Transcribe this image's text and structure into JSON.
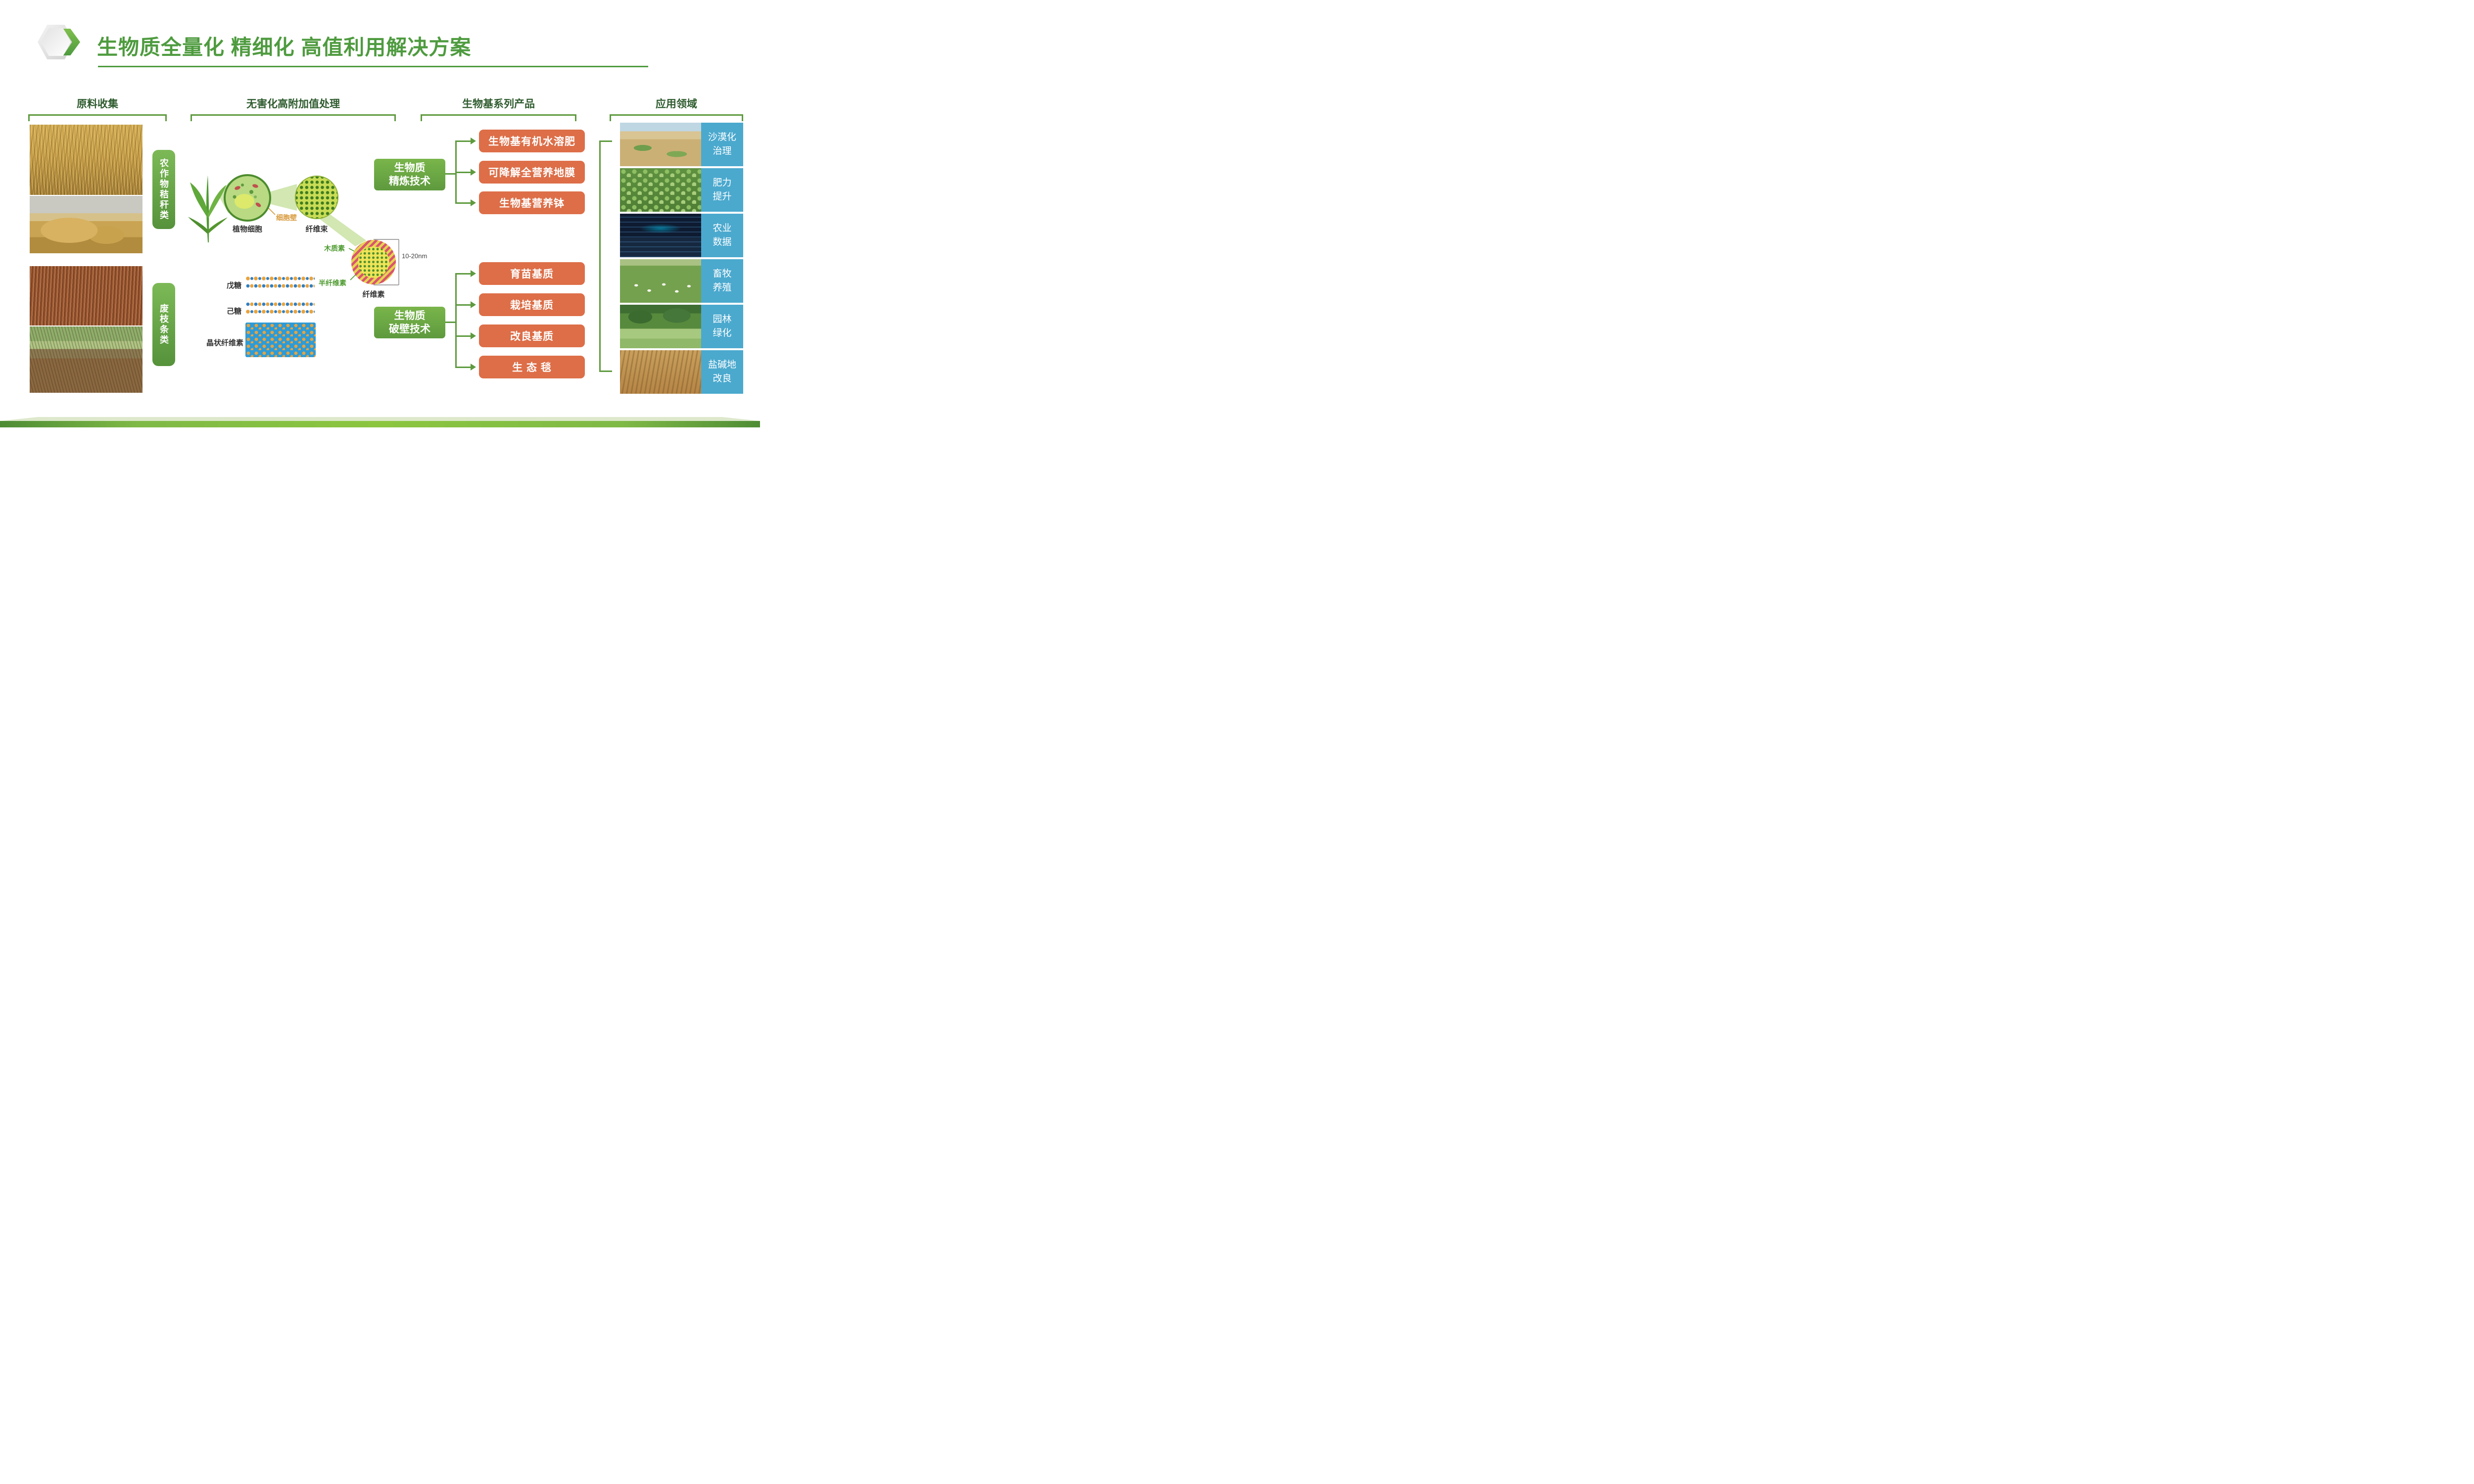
{
  "page": {
    "title": "生物质全量化 精细化 高值利用解决方案"
  },
  "collection": {
    "header": "原料收集",
    "group1_label": "农作物秸秆类",
    "group2_label": "废枝条类"
  },
  "processing": {
    "header": "无害化高附加值处理",
    "labels": {
      "plant_cell": "植物细胞",
      "cell_wall": "细胞壁",
      "fiber_bundle": "纤维束",
      "lignin": "木质素",
      "hemicellulose": "半纤维素",
      "cellulose": "纤维素",
      "diameter": "10-20nm",
      "pentose": "戊糖",
      "hexose": "己糖",
      "crystalline": "晶状纤维素"
    },
    "refine_tech": "生物质\n精炼技术",
    "break_tech": "生物质\n破壁技术"
  },
  "products": {
    "header": "生物基系列产品",
    "refining": [
      "生物基有机水溶肥",
      "可降解全营养地膜",
      "生物基营养钵"
    ],
    "breaking": [
      "育苗基质",
      "栽培基质",
      "改良基质",
      "生 态 毯"
    ]
  },
  "applications": {
    "header": "应用领域",
    "items": [
      {
        "label": "沙漠化\n治理"
      },
      {
        "label": "肥力\n提升"
      },
      {
        "label": "农业\n数据"
      },
      {
        "label": "畜牧\n养殖"
      },
      {
        "label": "园林\n绿化"
      },
      {
        "label": "盐碱地\n改良"
      }
    ]
  },
  "colors": {
    "accent_green": "#4E9B3F",
    "tech_box_green": "#6BA84A",
    "product_orange": "#DD6E48",
    "application_blue": "#4BA9CE"
  }
}
